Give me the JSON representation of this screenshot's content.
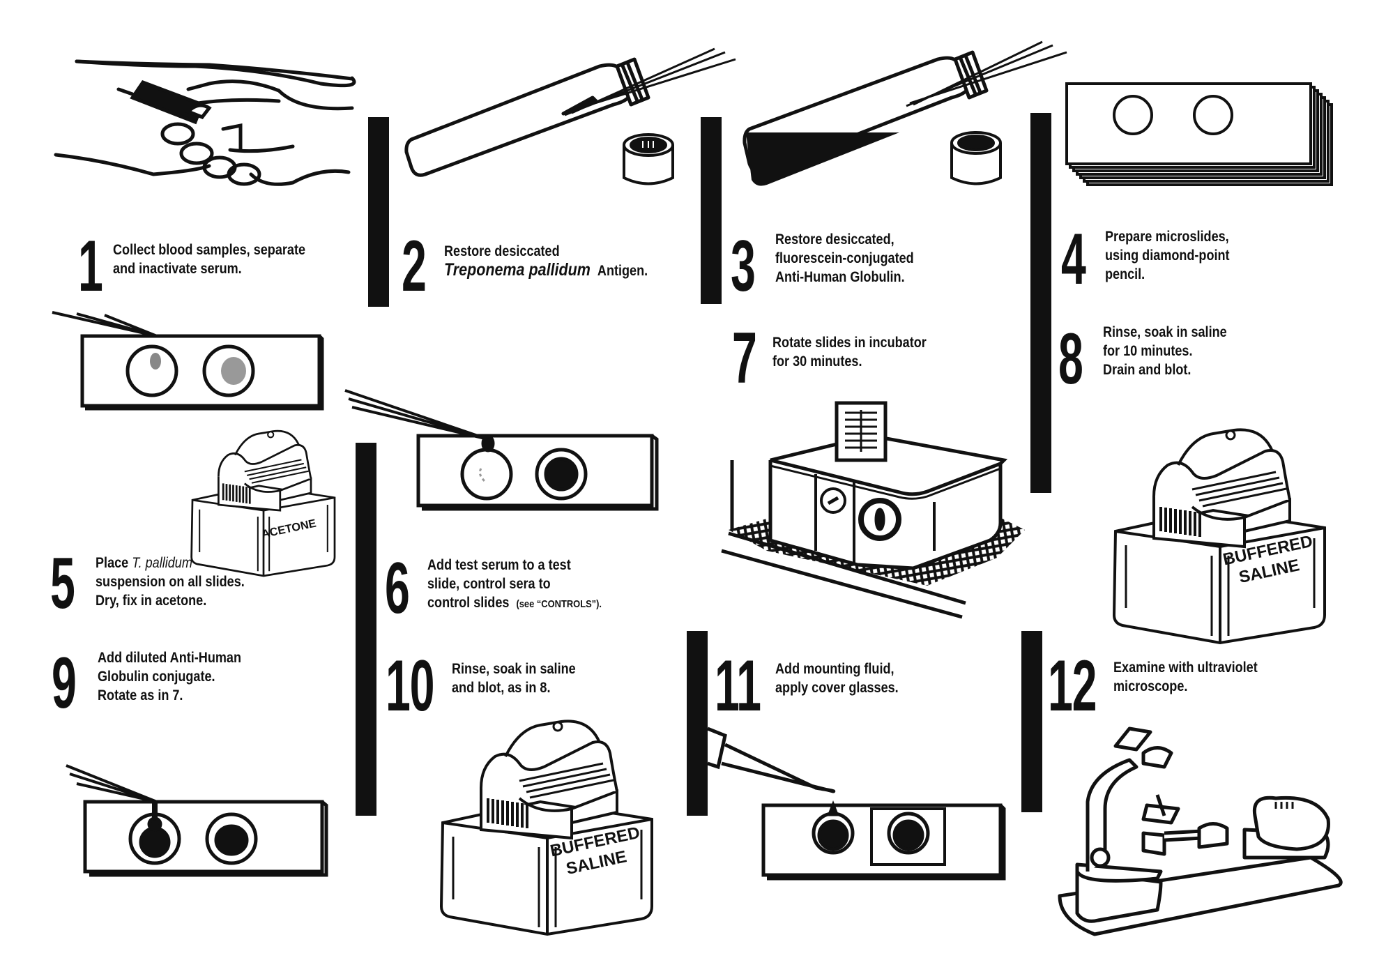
{
  "steps": [
    {
      "number": "1",
      "lines": [
        "Collect blood samples, separate",
        "and inactivate serum."
      ]
    },
    {
      "number": "2",
      "line1": "Restore desiccated",
      "line2_italic": "Treponema pallidum",
      "line2_rest": "Antigen."
    },
    {
      "number": "3",
      "lines": [
        "Restore desiccated,",
        "fluorescein-conjugated"
      ],
      "line3_bold": "Anti-Human Globulin."
    },
    {
      "number": "4",
      "lines": [
        "Prepare microslides,",
        "using diamond-point",
        "pencil."
      ]
    },
    {
      "number": "5",
      "line1_pre": "Place",
      "line1_italic": "T. pallidum",
      "lines": [
        "suspension on all slides.",
        "Dry, fix in acetone."
      ]
    },
    {
      "number": "6",
      "lines": [
        "Add test serum to a test",
        "slide, control sera to"
      ],
      "line3": "control slides",
      "line3_small": "(see “CONTROLS”)."
    },
    {
      "number": "7",
      "lines": [
        "Rotate slides in incubator",
        "for 30 minutes."
      ]
    },
    {
      "number": "8",
      "lines": [
        "Rinse, soak in saline",
        "for 10 minutes.",
        "Drain and blot."
      ]
    },
    {
      "number": "9",
      "lines": [
        "Add diluted Anti-Human",
        "Globulin conjugate.",
        "Rotate as in 7."
      ]
    },
    {
      "number": "10",
      "lines": [
        "Rinse, soak in saline",
        "and blot, as in 8."
      ]
    },
    {
      "number": "11",
      "lines": [
        "Add mounting fluid,",
        "apply cover glasses."
      ]
    },
    {
      "number": "12",
      "lines": [
        "Examine with ultraviolet",
        "microscope."
      ]
    }
  ],
  "jar_labels": {
    "acetone": "ACETONE",
    "saline_line1": "BUFFERED",
    "saline_line2": "SALINE"
  },
  "illustrations": {
    "step1": "hand-with-syringe",
    "step2": "antigen-vial-with-cap",
    "step3": "globulin-vial-with-cap",
    "step4": "stack-of-microslides",
    "step5": "slide-with-pipette-and-acetone-jar",
    "step6": "slide-with-pipette-drop",
    "step7": "incubator-rotator",
    "step8": "buffered-saline-jar",
    "step9": "slide-with-conjugate-drop",
    "step10": "buffered-saline-jar",
    "step11": "dropper-and-covered-slide",
    "step12": "uv-microscope"
  }
}
